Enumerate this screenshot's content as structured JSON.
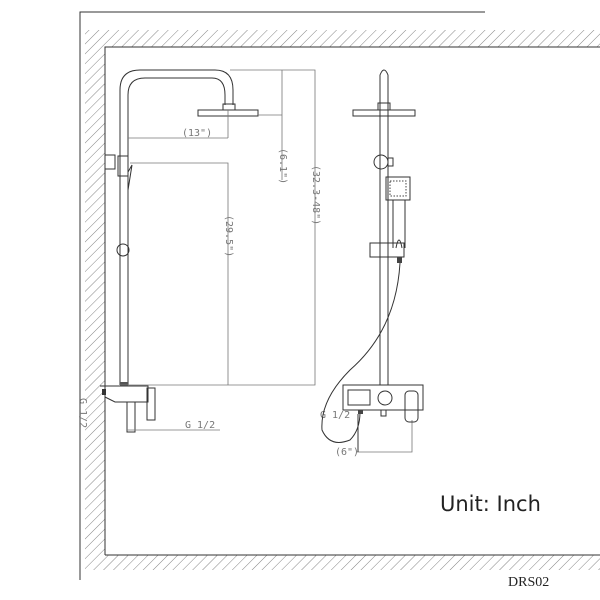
{
  "dimensions": {
    "arm_length": "(13\")",
    "head_drop": "(6.1\")",
    "height_range": "(32.3-48\")",
    "rail_height": "(29.5\")",
    "inlet_side": "G 1/2",
    "inlet_bottom": "G 1/2",
    "inlet_front": "G 1/2",
    "spout_offset": "(6\")"
  },
  "unit_label": "Unit:",
  "unit_value": "Inch",
  "model": "DRS02"
}
